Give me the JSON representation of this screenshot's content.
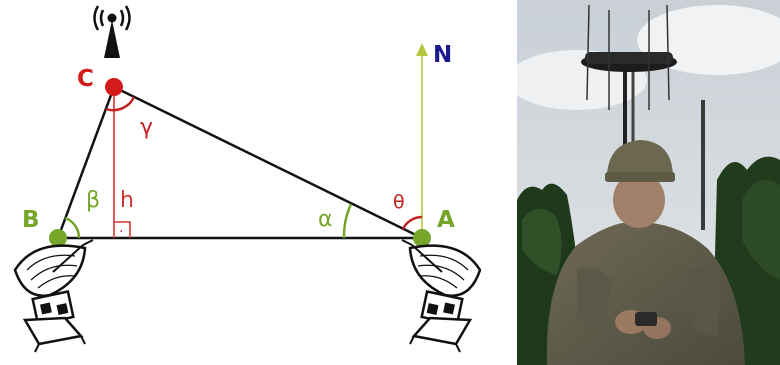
{
  "diagram": {
    "points": {
      "C": "C",
      "B": "B",
      "A": "A"
    },
    "north_label": "N",
    "height_label": "h",
    "right_angle_mark": "·",
    "angles": {
      "alpha": "α",
      "beta": "β",
      "gamma": "γ",
      "theta": "θ"
    },
    "colors": {
      "point_C": "#d41b1b",
      "point_AB": "#76a52a",
      "north_arrow": "#b5c73e",
      "north_label": "#1a1a8c",
      "height_line": "#cf3636",
      "angle_green": "#76a52a",
      "angle_red": "#c22222",
      "triangle": "#111111"
    },
    "icons": {
      "tower": "radio-tower-icon",
      "dish_B": "satellite-dish-icon",
      "dish_A": "satellite-dish-icon"
    }
  },
  "photo": {
    "subject": "soldier-with-antenna-photo"
  }
}
